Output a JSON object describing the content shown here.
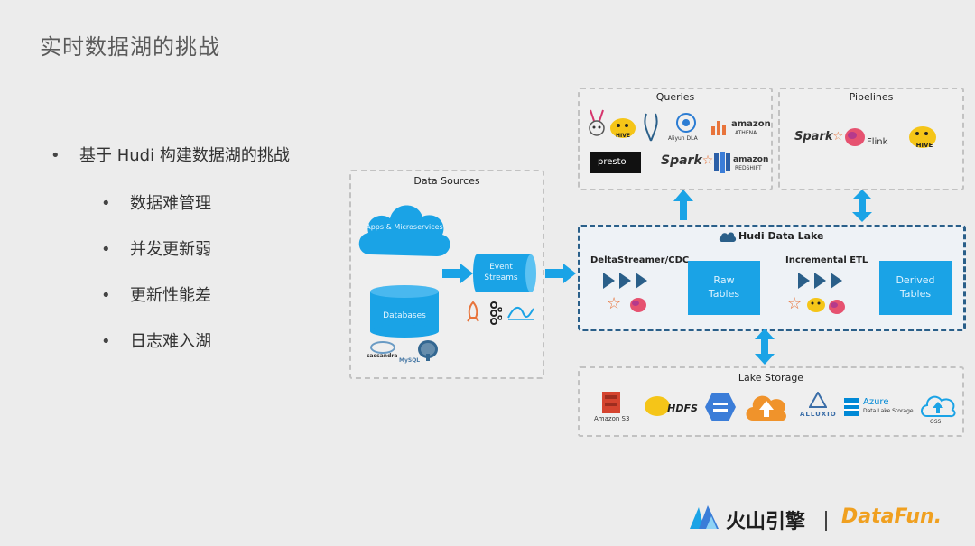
{
  "slide": {
    "title": "实时数据湖的挑战",
    "bullet_main": "基于 Hudi 构建数据湖的挑战",
    "bullets_sub": [
      "数据难管理",
      "并发更新弱",
      "更新性能差",
      "日志难入湖"
    ]
  },
  "diagram": {
    "data_sources": {
      "label": "Data Sources",
      "apps": "Apps & Microservices",
      "databases": "Databases",
      "event_streams": "Event Streams",
      "db_logos": [
        "cassandra",
        "MySQL"
      ]
    },
    "queries": {
      "label": "Queries",
      "logos": [
        "presto",
        "Aliyun DLA",
        "amazon",
        "ATHENA",
        "Spark",
        "amazon",
        "REDSHIFT"
      ]
    },
    "pipelines": {
      "label": "Pipelines",
      "logos": [
        "Spark",
        "Flink",
        "HIVE"
      ]
    },
    "lake": {
      "label": "Hudi Data Lake",
      "delta": "DeltaStreamer/CDC",
      "incremental": "Incremental ETL",
      "raw": "Raw Tables",
      "derived": "Derived Tables"
    },
    "storage": {
      "label": "Lake Storage",
      "logos": [
        "Amazon S3",
        "HDFS",
        "ALLUXIO",
        "Azure",
        "Data Lake Storage",
        "OSS"
      ]
    }
  },
  "footer": {
    "brand1": "火山引擎",
    "brand2": "DataFun."
  },
  "colors": {
    "blue": "#1aa3e6",
    "navy": "#2a5f89",
    "orange": "#f0932b"
  }
}
